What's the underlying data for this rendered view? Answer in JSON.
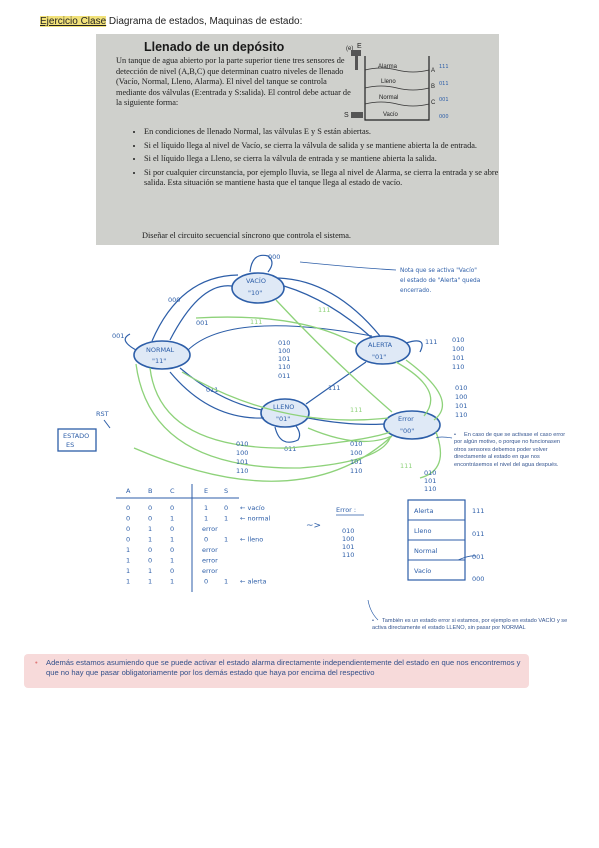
{
  "header": {
    "highlight": "Ejercicio Clase",
    "rest": " Diagrama de estados, Maquinas de estado:"
  },
  "problem": {
    "title": "Llenado de un depósito",
    "intro": "Un tanque de agua abierto por la parte superior tiene tres sensores de detección de nivel (A,B,C) que determinan cuatro niveles de llenado (Vacío, Normal, Lleno, Alarma). El nivel del tanque se controla mediante dos válvulas (E:entrada y S:salida). El control debe actuar de la siguiente forma:",
    "bullets": [
      "En condiciones de llenado Normal, las válvulas E y S están abiertas.",
      "Si el líquido llega al nivel de Vacío, se cierra la válvula de salida y se mantiene abierta la de entrada.",
      "Si el líquido llega a Lleno, se cierra la válvula de entrada y se mantiene abierta la salida.",
      "Si por cualquier circunstancia, por ejemplo lluvia, se llega al nivel de Alarma, se cierra la entrada y se abre la salida. Esta situación se mantiene hasta que el tanque llega al estado de vacío."
    ],
    "footer": "Diseñar el circuito secuencial síncrono que controla el sistema.",
    "tank": {
      "valve_in": "E",
      "valve_out": "S",
      "levels": [
        "Alarma",
        "Lleno",
        "Normal",
        "Vacío"
      ],
      "sensors": [
        "A",
        "B",
        "C"
      ],
      "side_codes": [
        "111",
        "011",
        "001",
        "000"
      ]
    }
  },
  "diagram": {
    "states": [
      {
        "name": "VACÍO",
        "code": "\"10\""
      },
      {
        "name": "NORMAL",
        "code": "\"11\""
      },
      {
        "name": "LLENO",
        "code": "\"01\""
      },
      {
        "name": "ALERTA",
        "code": "\"01\""
      },
      {
        "name": "Error",
        "code": "\"00\""
      }
    ],
    "reset_label": "RST",
    "start_box": [
      "ESTADO",
      "ES"
    ],
    "note_top": [
      "Nota que se activa \"Vacío\"",
      "el estado de \"Alerta\" queda",
      "encerrado."
    ],
    "arc_labels": {
      "vacio_self": "000",
      "normal_vacio": "000",
      "normal_lleno": "011",
      "vacio_alerta": "111",
      "lleno_alerta": "111",
      "normal_self": "001",
      "normal_alerta": "001",
      "lleno_self": "011",
      "to_error": "111",
      "alerta_self": "111"
    },
    "middle_codes": [
      "010",
      "100",
      "101",
      "110",
      "011"
    ],
    "alerta_codes": [
      "010",
      "100",
      "101",
      "110"
    ],
    "error_codes": [
      "010",
      "100",
      "101",
      "110"
    ],
    "lleno_codes": [
      "010",
      "100",
      "101",
      "110"
    ],
    "error_lower_codes": [
      "010",
      "100",
      "101",
      "110"
    ],
    "truth_table": {
      "headers": [
        "A",
        "B",
        "C",
        "E",
        "S"
      ],
      "rows": [
        [
          "0",
          "0",
          "0",
          "1",
          "0",
          "← vacío"
        ],
        [
          "0",
          "0",
          "1",
          "1",
          "1",
          "← normal"
        ],
        [
          "0",
          "1",
          "0",
          "error",
          "",
          ""
        ],
        [
          "0",
          "1",
          "1",
          "0",
          "1",
          "← lleno"
        ],
        [
          "1",
          "0",
          "0",
          "error",
          "",
          ""
        ],
        [
          "1",
          "0",
          "1",
          "error",
          "",
          ""
        ],
        [
          "1",
          "1",
          "0",
          "error",
          "",
          ""
        ],
        [
          "1",
          "1",
          "1",
          "0",
          "1",
          "← alerta"
        ]
      ]
    },
    "error_codes_label": "Error :",
    "error_list": [
      "010",
      "100",
      "101",
      "110"
    ],
    "mini_tank": {
      "levels": [
        "Alerta",
        "Lleno",
        "Normal",
        "Vacío"
      ],
      "codes": [
        "111",
        "011",
        "001",
        "000"
      ]
    }
  },
  "notes": {
    "error_note": "En caso de que se activase el caso error por algún motivo, o porque no funcionasen otros sensores debemos poder volver directamente al estado en que nos encontrásemos el nivel del agua después.",
    "alarm_note": "También es un estado error si estamos, por ejemplo en estado VACÍO y se activa directamente el estado LLENO, sin pasar por NORMAL"
  },
  "callout": "Además estamos asumiendo que se puede activar el estado alarma directamente independientemente del estado en que nos encontremos y que no hay que pasar obligatoriamente por los demás estado que haya por encima del respectivo",
  "colors": {
    "blue_ink": "#2d5ea8",
    "green_ink": "#8ed27a",
    "callout_bg": "#f7dada"
  }
}
